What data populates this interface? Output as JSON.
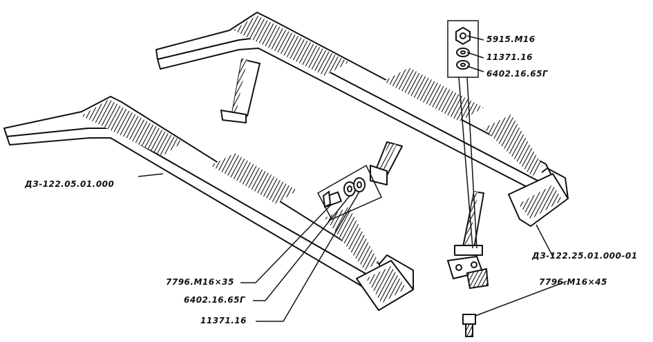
{
  "labels": {
    "long_beam": "ДЗ-122.05.01.000",
    "short_beam": "ДЗ-122.25.01.000-01",
    "nut": "5915.М16",
    "washer_top": "11371.16",
    "spring_washer_top": "6402.16.65Г",
    "bolt_35": "7796.М16×35",
    "spring_washer_mid": "6402.16.65Г",
    "washer_mid": "11371.16",
    "bolt_45": "7796.М16×45"
  }
}
